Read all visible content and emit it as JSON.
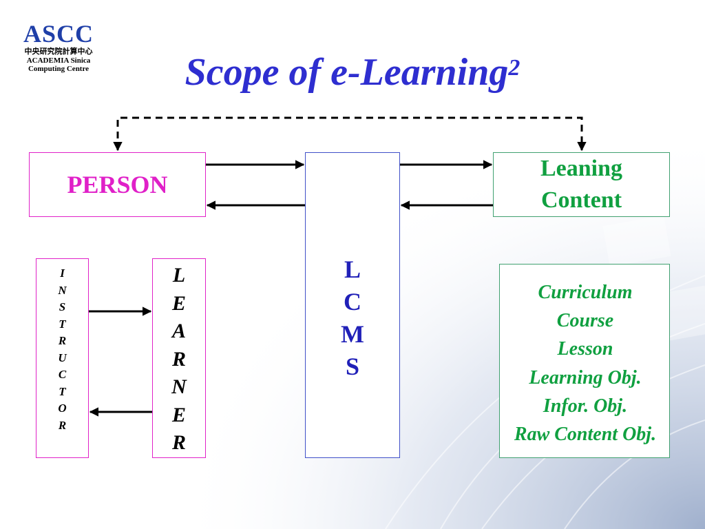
{
  "logo": {
    "main": "ASCC",
    "chinese": "中央研究院計算中心",
    "line1": "ACADEMIA  Sinica",
    "line2": "Computing  Centre"
  },
  "title": {
    "text": "Scope of e-Learning",
    "superscript": "2"
  },
  "boxes": {
    "person": "PERSON",
    "lcms_letters": [
      "L",
      "C",
      "M",
      "S"
    ],
    "learning_content_lines": [
      "Leaning",
      "Content"
    ],
    "instructor_letters": [
      "I",
      "N",
      "S",
      "T",
      "R",
      "U",
      "C",
      "T",
      "O",
      "R"
    ],
    "learner_letters": [
      "L",
      "E",
      "A",
      "R",
      "N",
      "E",
      "R"
    ],
    "content_hierarchy": [
      "Curriculum",
      "Course",
      "Lesson",
      "Learning Obj.",
      "Infor. Obj.",
      "Raw Content Obj."
    ]
  },
  "colors": {
    "title": "#2e2ed0",
    "person": "#e020c8",
    "lcms": "#2020b8",
    "content": "#10a040",
    "arrows": "#000000"
  }
}
